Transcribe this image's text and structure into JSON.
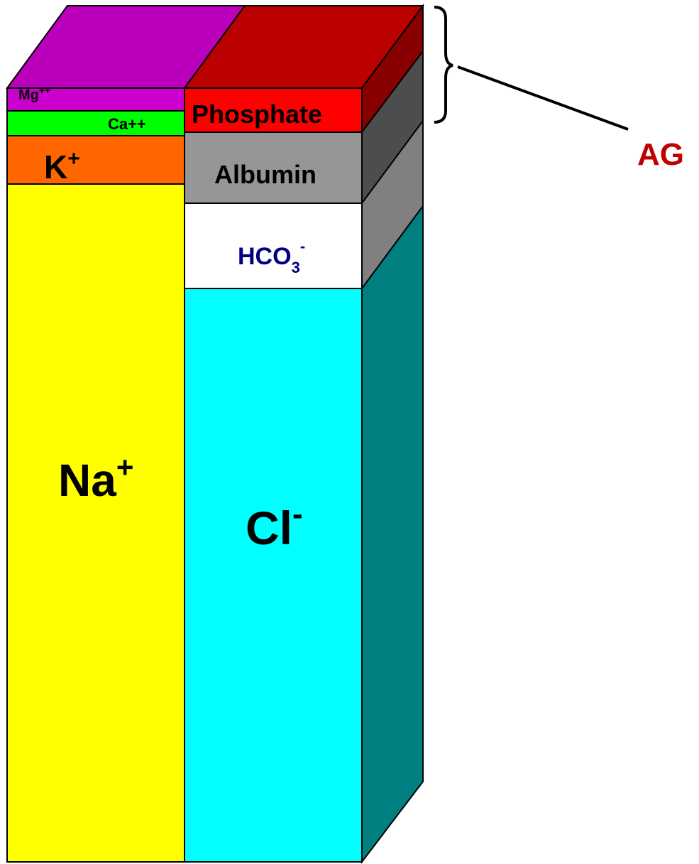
{
  "cations": {
    "mg": {
      "base": "Mg",
      "sup": "++",
      "color": "#cc00cc"
    },
    "ca": {
      "text": "Ca++",
      "color": "#00ff00"
    },
    "k": {
      "base": "K",
      "sup": "+",
      "color": "#ff6600"
    },
    "na": {
      "base": "Na",
      "sup": "+",
      "color": "#ffff00"
    }
  },
  "anions": {
    "phosphate": {
      "text": "Phosphate",
      "color": "#ff0000"
    },
    "albumin": {
      "text": "Albumin",
      "color": "#969696"
    },
    "bicarbonate": {
      "base": "HCO",
      "sub": "3",
      "sup": "-",
      "color": "#ffffff",
      "text_color": "#000080"
    },
    "chloride": {
      "base": "Cl",
      "sup": "-",
      "color": "#00ffff"
    }
  },
  "top_faces": {
    "cation_color": "#bb00bb",
    "anion_color": "#bb0000"
  },
  "side_faces": {
    "phosphate": "#880000",
    "albumin": "#4d4d4d",
    "bicarbonate": "#808080",
    "chloride": "#008080"
  },
  "anion_gap": {
    "label": "AG",
    "color": "#c00000"
  }
}
